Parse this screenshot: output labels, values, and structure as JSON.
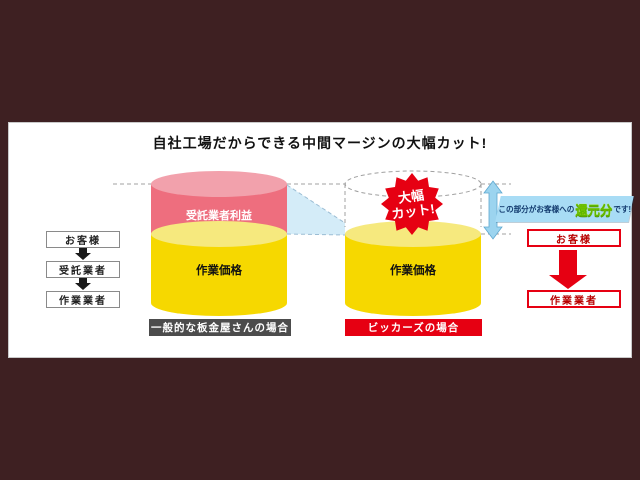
{
  "title": "自社工場だからできる中間マージンの大幅カット!",
  "left_flow": {
    "boxes": [
      "お客様",
      "受託業者",
      "作業業者"
    ]
  },
  "left_stack": {
    "top_label": "受託業者利益",
    "bottom_label": "作業価格",
    "caption": "一般的な板金屋さんの場合"
  },
  "right_stack": {
    "label": "作業価格",
    "caption": "ビッカーズの場合",
    "badge": {
      "line1": "大幅",
      "line2": "カット!"
    }
  },
  "refund_note": {
    "prefix": "この部分がお客様への",
    "highlight": "還元分",
    "suffix": "です!"
  },
  "right_flow": {
    "boxes": [
      "お客様",
      "作業業者"
    ]
  },
  "colors": {
    "background": "#3e2022",
    "pink_top": "#f2a1ac",
    "pink_body": "#ee6e7e",
    "yellow_top": "#f6e97e",
    "yellow_body": "#f6d800",
    "badge_red": "#e60012",
    "caption_gray": "#4c4c4c",
    "caption_red": "#e60012",
    "banner_blue": "#a8dcf5",
    "arrow_blue": "#9cd4ef",
    "highlight_green": "#5cb800"
  }
}
